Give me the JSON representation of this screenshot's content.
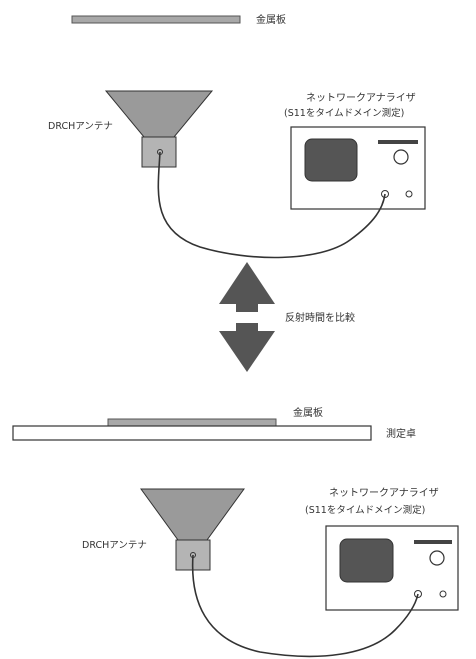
{
  "top_setup": {
    "metal_plate_label": "金属板",
    "antenna_label": "DRCHアンテナ",
    "analyzer_title": "ネットワークアナライザ",
    "analyzer_subtitle": "(S11をタイムドメイン測定)"
  },
  "comparison": {
    "label": "反射時間を比較"
  },
  "bottom_setup": {
    "metal_plate_label": "金属板",
    "table_label": "測定卓",
    "antenna_label": "DRCHアンテナ",
    "analyzer_title": "ネットワークアナライザ",
    "analyzer_subtitle": "(S11をタイムドメイン測定)"
  },
  "colors": {
    "metal": "#a8a8a8",
    "antenna_horn": "#9a9a9a",
    "feed_block": "#b4b4b4",
    "screen": "#555555",
    "arrow": "#555555",
    "outline": "#333333"
  }
}
